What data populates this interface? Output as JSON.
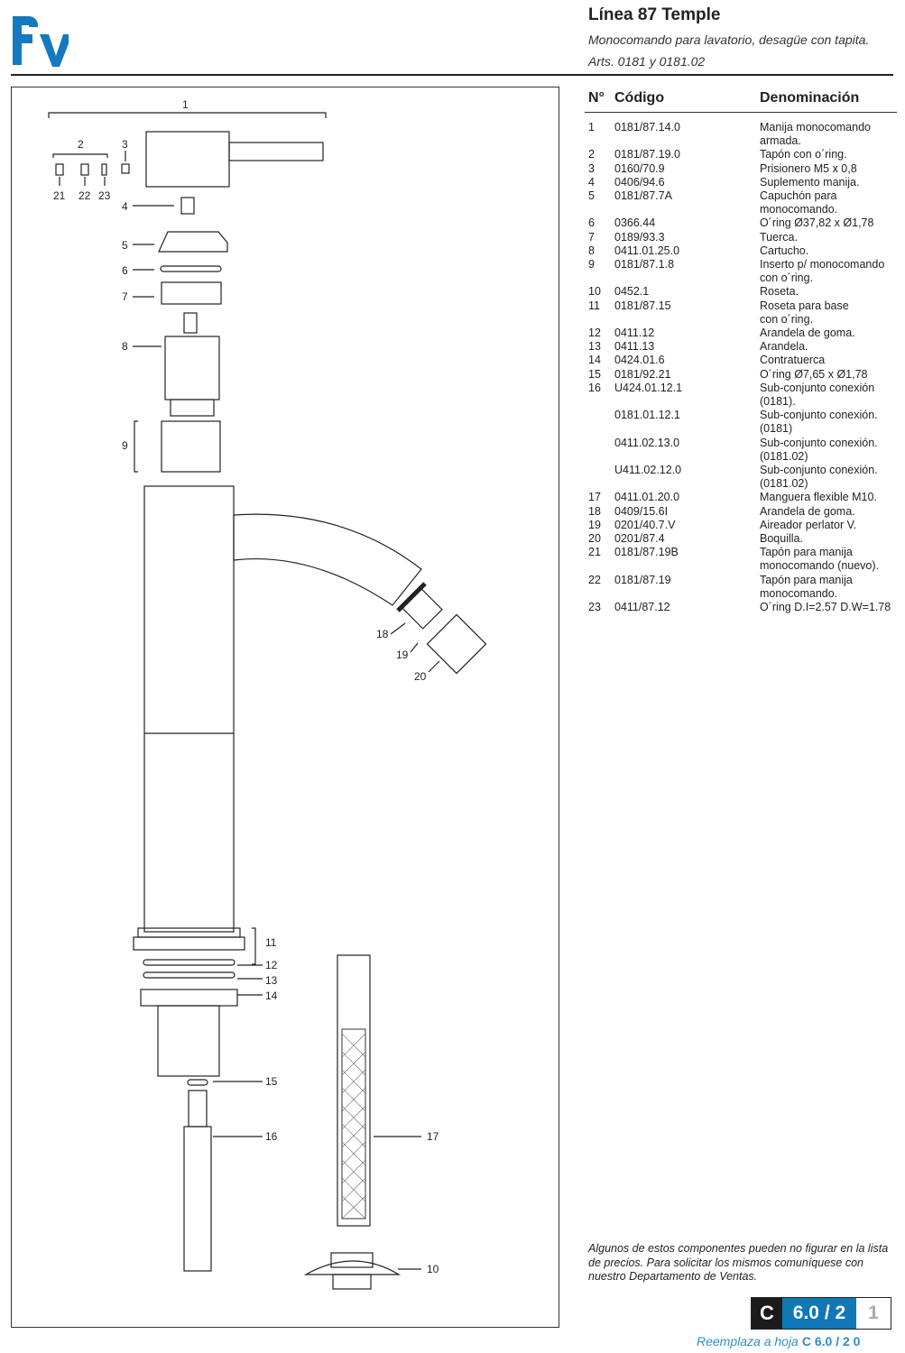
{
  "header": {
    "brand_logo": "fv",
    "title": "Línea 87 Temple",
    "subtitle": "Monocomando para lavatorio, desagüe con tapita.",
    "articles": "Arts. 0181 y 0181.02",
    "colors": {
      "logo": "#1479be",
      "rule": "#222222"
    }
  },
  "drawing": {
    "callouts": [
      "1",
      "2",
      "3",
      "21",
      "22",
      "23",
      "4",
      "5",
      "6",
      "7",
      "8",
      "9",
      "18",
      "19",
      "20",
      "11",
      "12",
      "13",
      "14",
      "15",
      "16",
      "17",
      "10"
    ]
  },
  "table": {
    "headers": {
      "n": "N°",
      "code": "Código",
      "name": "Denominación"
    },
    "rows": [
      {
        "n": "1",
        "code": "0181/87.14.0",
        "name": "Manija monocomando\narmada."
      },
      {
        "n": "2",
        "code": "0181/87.19.0",
        "name": "Tapón con o´ring."
      },
      {
        "n": "3",
        "code": "0160/70.9",
        "name": "Prisionero M5 x 0,8"
      },
      {
        "n": "4",
        "code": "0406/94.6",
        "name": "Suplemento manija."
      },
      {
        "n": "5",
        "code": "0181/87.7A",
        "name": "Capuchón para\nmonocomando."
      },
      {
        "n": "6",
        "code": "0366.44",
        "name": "O´ring Ø37,82 x Ø1,78"
      },
      {
        "n": "7",
        "code": "0189/93.3",
        "name": "Tuerca."
      },
      {
        "n": "8",
        "code": "0411.01.25.0",
        "name": "Cartucho."
      },
      {
        "n": "9",
        "code": "0181/87.1.8",
        "name": "Inserto p/ monocomando\ncon o´ring."
      },
      {
        "n": "10",
        "code": "0452.1",
        "name": "Roseta."
      },
      {
        "n": "11",
        "code": "0181/87.15",
        "name": "Roseta para base\ncon o´ring."
      },
      {
        "n": "12",
        "code": "0411.12",
        "name": "Arandela de goma."
      },
      {
        "n": "13",
        "code": "0411.13",
        "name": "Arandela."
      },
      {
        "n": "14",
        "code": "0424.01.6",
        "name": "Contratuerca"
      },
      {
        "n": "15",
        "code": "0181/92.21",
        "name": "O´ring Ø7,65 x Ø1,78"
      },
      {
        "n": "16",
        "code": "U424.01.12.1",
        "name": "Sub-conjunto conexión\n(0181)."
      },
      {
        "n": "",
        "code": "0181.01.12.1",
        "name": "Sub-conjunto conexión.\n(0181)"
      },
      {
        "n": "",
        "code": "0411.02.13.0",
        "name": "Sub-conjunto conexión.\n(0181.02)"
      },
      {
        "n": "",
        "code": "U411.02.12.0",
        "name": "Sub-conjunto conexión.\n(0181.02)"
      },
      {
        "n": "17",
        "code": "0411.01.20.0",
        "name": "Manguera flexible M10."
      },
      {
        "n": "18",
        "code": "0409/15.6I",
        "name": "Arandela de goma."
      },
      {
        "n": "19",
        "code": "0201/40.7.V",
        "name": "Aireador perlator V."
      },
      {
        "n": "20",
        "code": "0201/87.4",
        "name": "Boquilla."
      },
      {
        "n": "21",
        "code": "0181/87.19B",
        "name": "Tapón para manija\nmonocomando (nuevo)."
      },
      {
        "n": "22",
        "code": "0181/87.19",
        "name": "Tapón para manija\nmonocomando."
      },
      {
        "n": "23",
        "code": "0411/87.12",
        "name": "O´ring D.I=2.57 D.W=1.78"
      }
    ]
  },
  "footer": {
    "note": "Algunos de estos componentes pueden no figurar en la lista de precios. Para solicitar los mismos comuníquese con nuestro Departamento de Ventas.",
    "sheet_letter": "C",
    "sheet_code": "6.0 / 2",
    "sheet_page": "1",
    "replaces_label": "Reemplaza a hoja",
    "replaces_code": "C  6.0 / 2  0",
    "colors": {
      "sheet_code_bg": "#0f78b5",
      "replaces_text": "#2f8fc8"
    }
  }
}
